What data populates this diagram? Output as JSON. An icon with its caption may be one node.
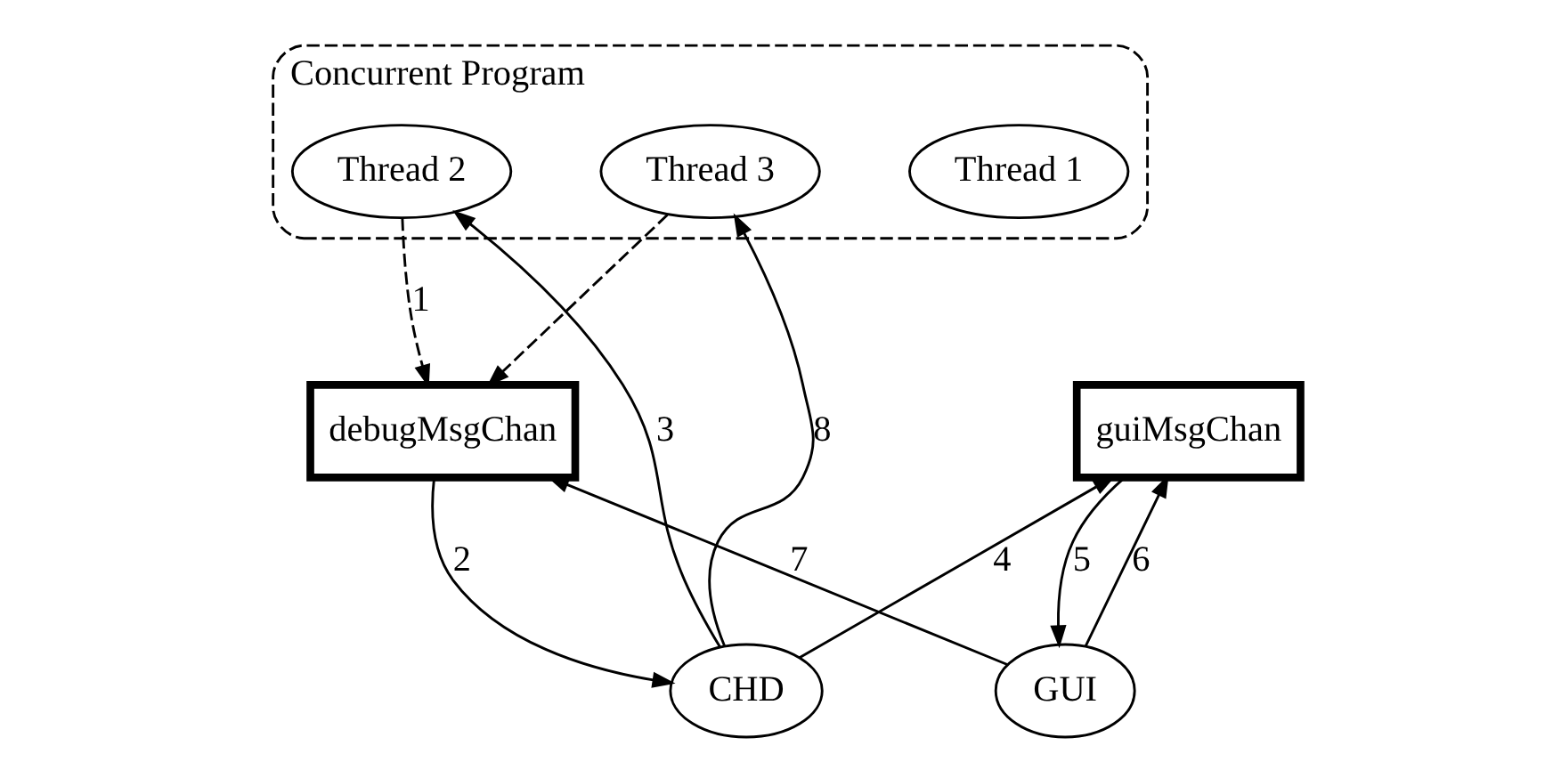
{
  "diagram": {
    "nodes": [
      {
        "text": [
          "Concurrent Program"
        ]
      },
      {
        "text": [
          "Thread 1"
        ],
        "in": 0
      },
      {
        "text": [
          "Thread 2"
        ],
        "in": 0
      },
      {
        "text": [
          "Thread 3"
        ],
        "in": 0
      },
      {
        "text": [
          "guiMsgChan"
        ]
      },
      {
        "text": [
          "debugMsgChan"
        ]
      },
      {
        "text": [
          "GUI"
        ]
      },
      {
        "text": [
          "CHD"
        ]
      }
    ],
    "edges": [
      {
        "from": 2,
        "to": 5,
        "arrow": "to",
        "style": "dashed",
        "label": "1"
      },
      {
        "from": 3,
        "to": 5,
        "arrow": "to",
        "style": "dashed"
      },
      {
        "from": 5,
        "to": 7,
        "arrow": "to",
        "label": "2"
      },
      {
        "from": 7,
        "to": 2,
        "arrow": "to",
        "label": "3"
      },
      {
        "from": 7,
        "to": 4,
        "arrow": "to",
        "label": "4"
      },
      {
        "from": 4,
        "to": 6,
        "arrow": "to",
        "label": "5"
      },
      {
        "from": 6,
        "to": 4,
        "arrow": "to",
        "label": "6"
      },
      {
        "from": 6,
        "to": 5,
        "arrow": "to",
        "label": "7"
      },
      {
        "from": 7,
        "to": 3,
        "arrow": "to",
        "label": "8"
      }
    ]
  }
}
